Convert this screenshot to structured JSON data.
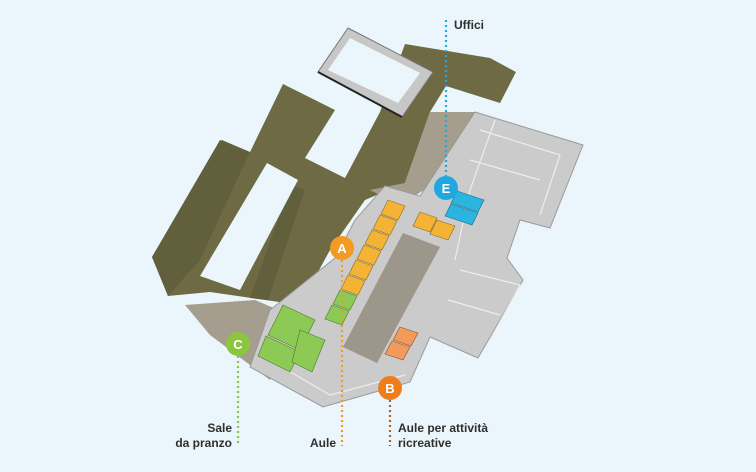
{
  "title": "Pianta dell'edificio scolastico",
  "markers": [
    {
      "letter": "A",
      "label": "Aule",
      "color": "#f39a23"
    },
    {
      "letter": "B",
      "label_line1": "Aule per attività",
      "label_line2": "ricreative",
      "color": "#ef7d1b"
    },
    {
      "letter": "C",
      "label_line1": "Sale",
      "label_line2": "da pranzo",
      "color": "#8cc63f"
    },
    {
      "letter": "E",
      "label": "Uffici",
      "color": "#1ea7e1"
    }
  ],
  "colors": {
    "background": "#eaf6fc",
    "roof": "#6e6b44",
    "building": "#c9c9c9",
    "courtyard": "#9d968b"
  }
}
